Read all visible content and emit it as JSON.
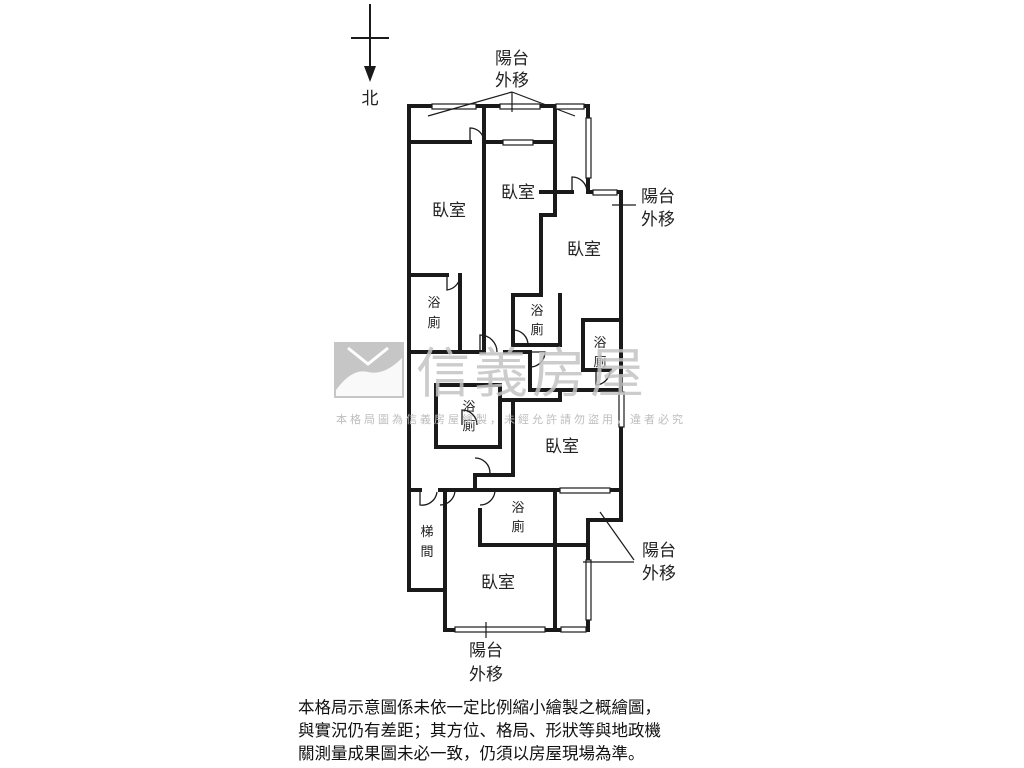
{
  "compass": {
    "label": "北"
  },
  "rooms": {
    "bedroom_nw": "臥室",
    "bedroom_n_mid": "臥室",
    "bedroom_ne": "臥室",
    "bedroom_center": "臥室",
    "bedroom_south": "臥室",
    "bath_west_1": "浴",
    "bath_west_2": "廁",
    "bath_mid_1": "浴",
    "bath_mid_2": "廁",
    "bath_east_1": "浴",
    "bath_east_2": "廁",
    "bath_center_1": "浴",
    "bath_center_2": "廁",
    "bath_south_1": "浴",
    "bath_south_2": "廁",
    "stair_1": "梯",
    "stair_2": "間"
  },
  "balconies": {
    "north_1": "陽台",
    "north_2": "外移",
    "east_1": "陽台",
    "east_2": "外移",
    "southeast_1": "陽台",
    "southeast_2": "外移",
    "south_1": "陽台",
    "south_2": "外移"
  },
  "watermark": {
    "brand": "信義房屋",
    "notice": "本格局圖為信義房屋繪製，未經允許請勿盜用，違者必究"
  },
  "disclaimer": {
    "line1": "本格局示意圖係未依一定比例縮小繪製之概繪圖，",
    "line2": "與實況仍有差距；其方位、格局、形狀等與地政機",
    "line3": "關測量成果圖未必一致，仍須以房屋現場為準。"
  },
  "colors": {
    "wall": "#1a1a1a",
    "watermark_box": "#bdbdbd",
    "watermark_text": "#c4c4c4"
  }
}
